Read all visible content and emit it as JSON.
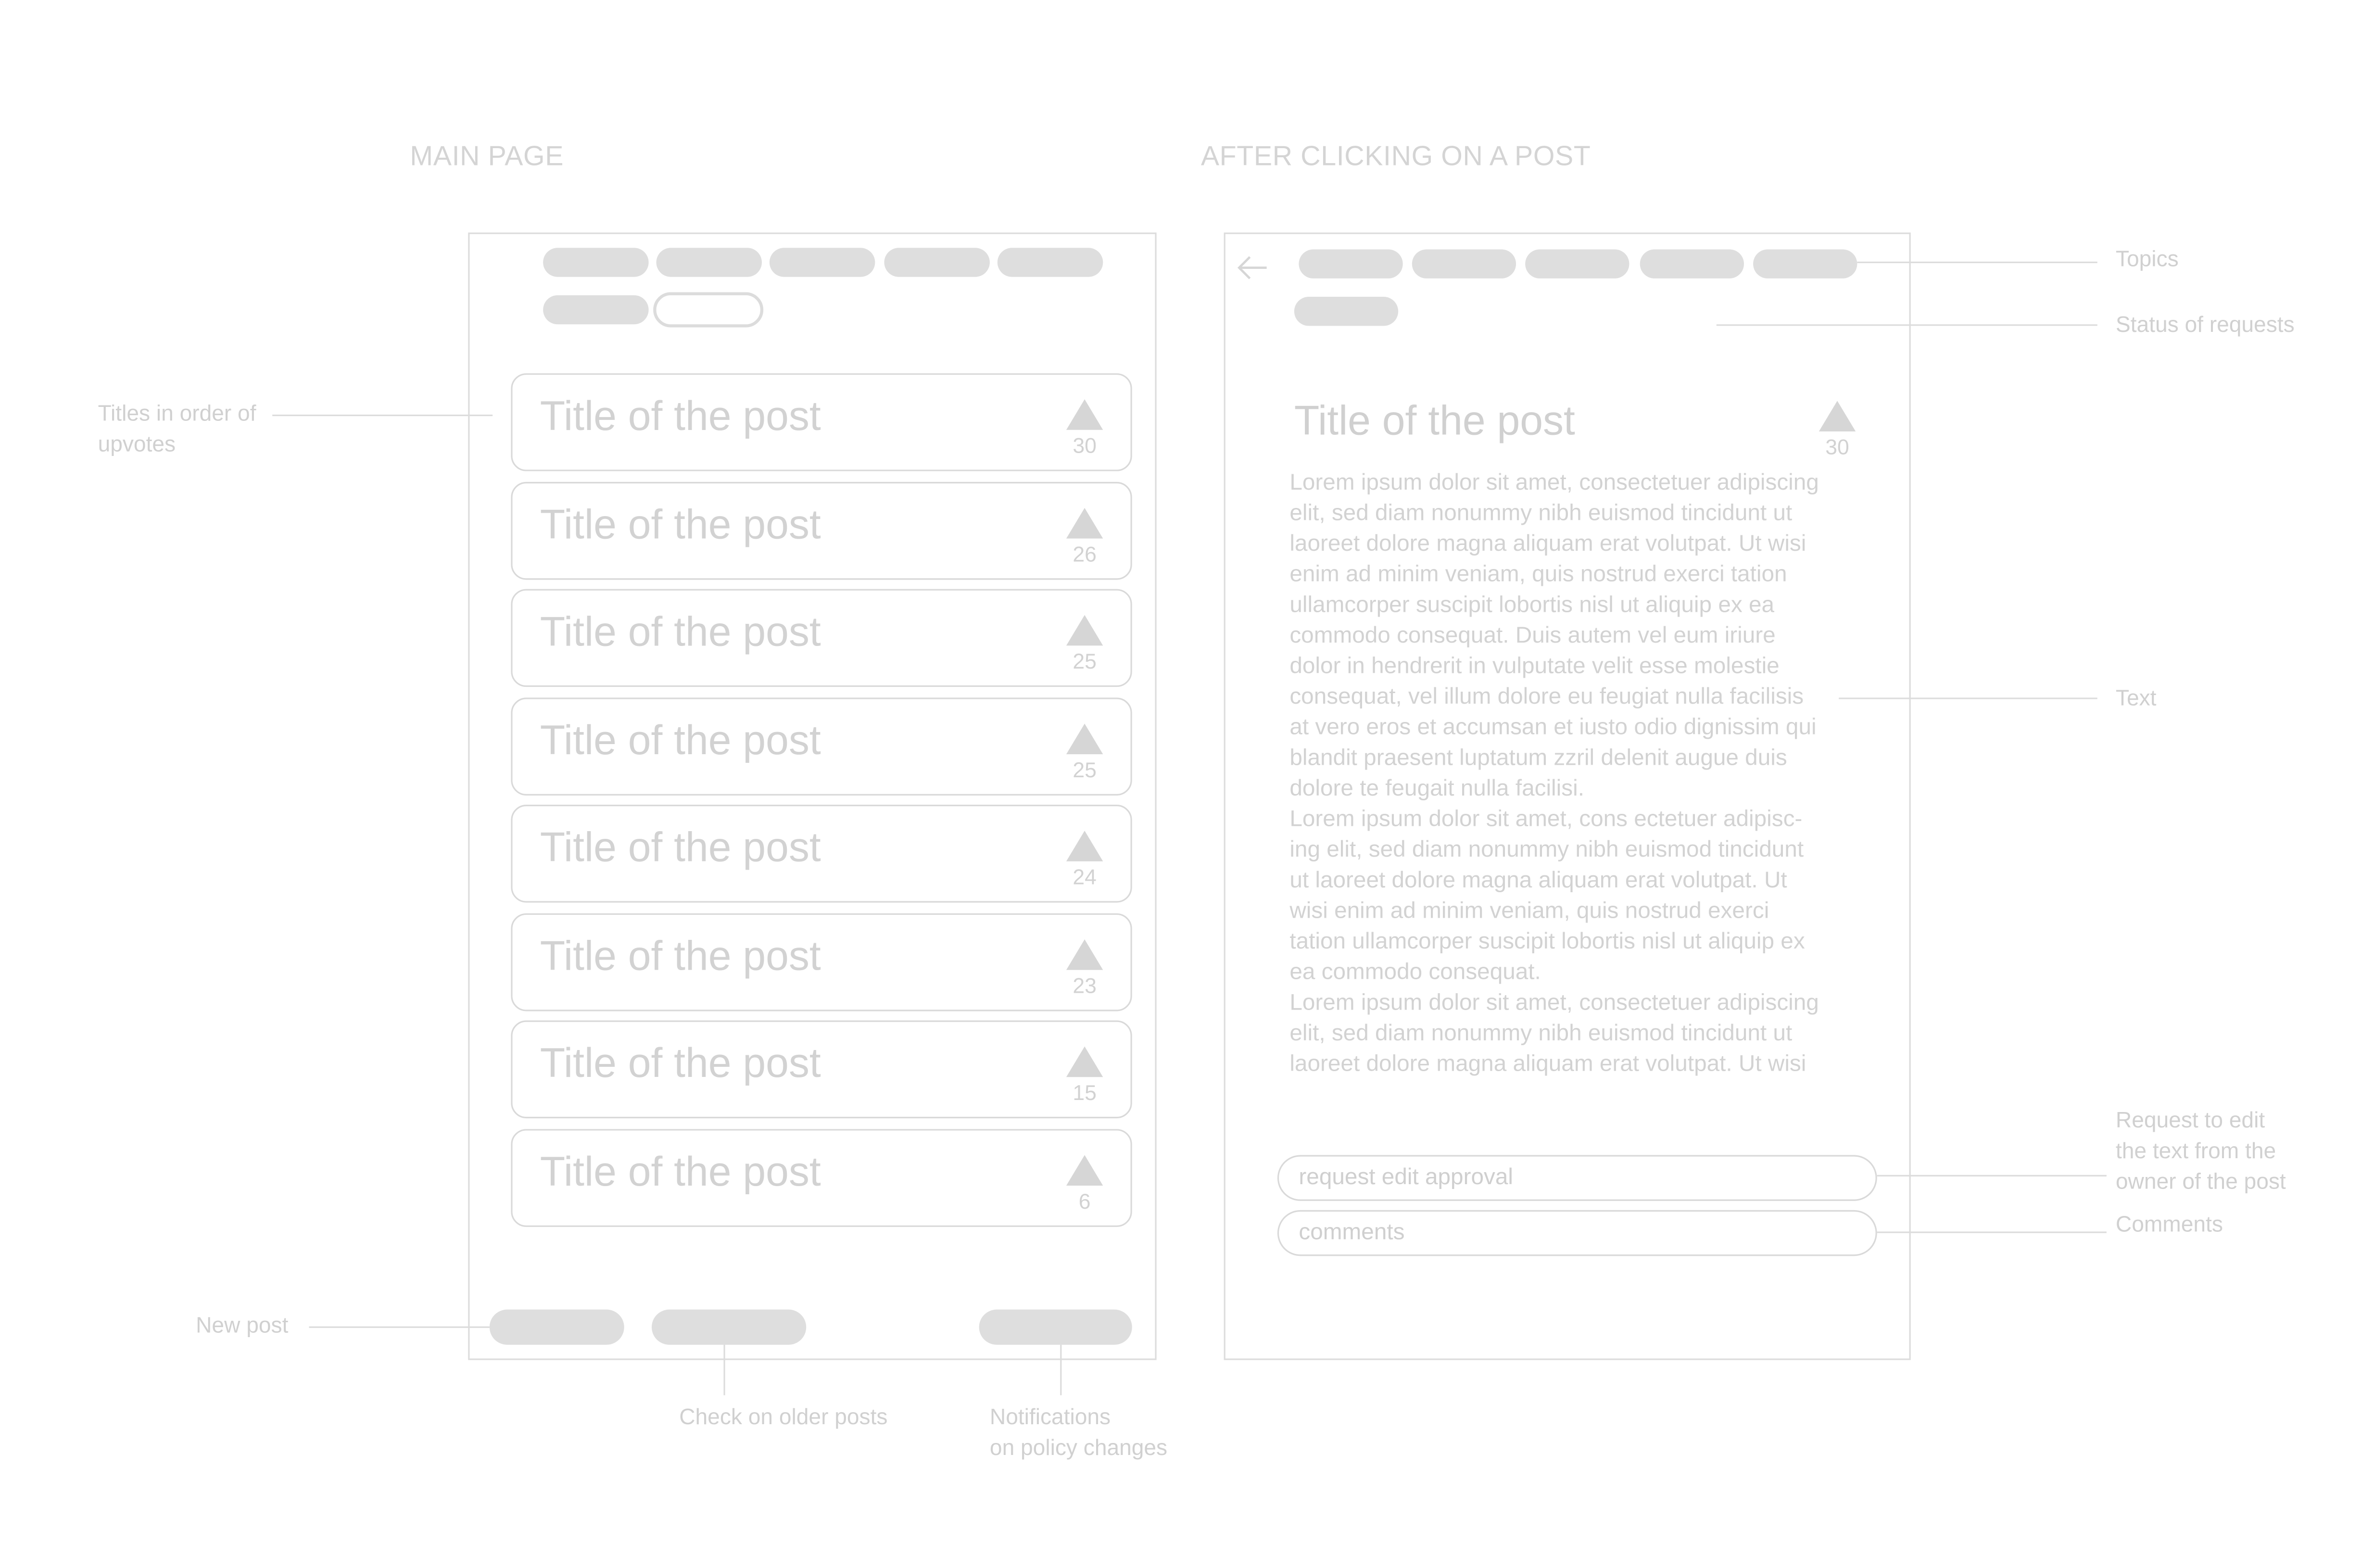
{
  "headings": {
    "main": "MAIN PAGE",
    "post": "AFTER CLICKING ON A POST"
  },
  "main_page": {
    "posts": [
      {
        "title": "Title of the post",
        "votes": "30"
      },
      {
        "title": "Title of the post",
        "votes": "26"
      },
      {
        "title": "Title of the post",
        "votes": "25"
      },
      {
        "title": "Title of the post",
        "votes": "25"
      },
      {
        "title": "Title of the post",
        "votes": "24"
      },
      {
        "title": "Title of the post",
        "votes": "23"
      },
      {
        "title": "Title of the post",
        "votes": "15"
      },
      {
        "title": "Title of the post",
        "votes": "6"
      }
    ]
  },
  "post_page": {
    "back_icon": "left-arrow-icon",
    "title": "Title of the post",
    "votes": "30",
    "body_lines": [
      "Lorem ipsum dolor sit amet, consectetuer adipiscing",
      "elit, sed diam nonummy nibh euismod tincidunt ut",
      "laoreet dolore magna aliquam erat volutpat. Ut wisi",
      "enim ad minim veniam, quis nostrud exerci tation",
      "ullamcorper suscipit lobortis nisl ut aliquip ex ea",
      "commodo consequat. Duis autem vel eum iriure",
      "dolor in hendrerit in vulputate velit esse molestie",
      "consequat, vel illum dolore eu feugiat nulla facilisis",
      "at vero eros et accumsan et iusto odio dignissim qui",
      "blandit praesent luptatum zzril delenit augue duis",
      "dolore te feugait nulla facilisi.",
      "Lorem ipsum dolor sit amet, cons ectetuer adipisc-",
      "ing elit, sed diam nonummy nibh euismod tincidunt",
      "ut laoreet dolore magna aliquam erat volutpat. Ut",
      "wisi enim ad minim veniam, quis nostrud exerci",
      "tation ullamcorper suscipit lobortis nisl ut aliquip ex",
      "ea commodo consequat.",
      "Lorem ipsum dolor sit amet, consectetuer adipiscing",
      "elit, sed diam nonummy nibh euismod tincidunt ut",
      "laoreet dolore magna aliquam erat volutpat. Ut wisi"
    ],
    "request_edit_label": "request edit approval",
    "comments_label": "comments"
  },
  "annotations": {
    "titles_order": [
      "Titles in order of",
      "upvotes"
    ],
    "new_post": "New post",
    "older_posts": "Check on older posts",
    "notifications": [
      "Notifications",
      "on policy changes"
    ],
    "topics": "Topics",
    "status": "Status of requests",
    "text": "Text",
    "request_edit": [
      "Request to edit",
      "the text from the",
      "owner of the post"
    ],
    "comments": "Comments"
  },
  "colors": {
    "outline": "#dcdcdc",
    "pill_fill": "#dedede",
    "text": "#d2d2d2"
  }
}
